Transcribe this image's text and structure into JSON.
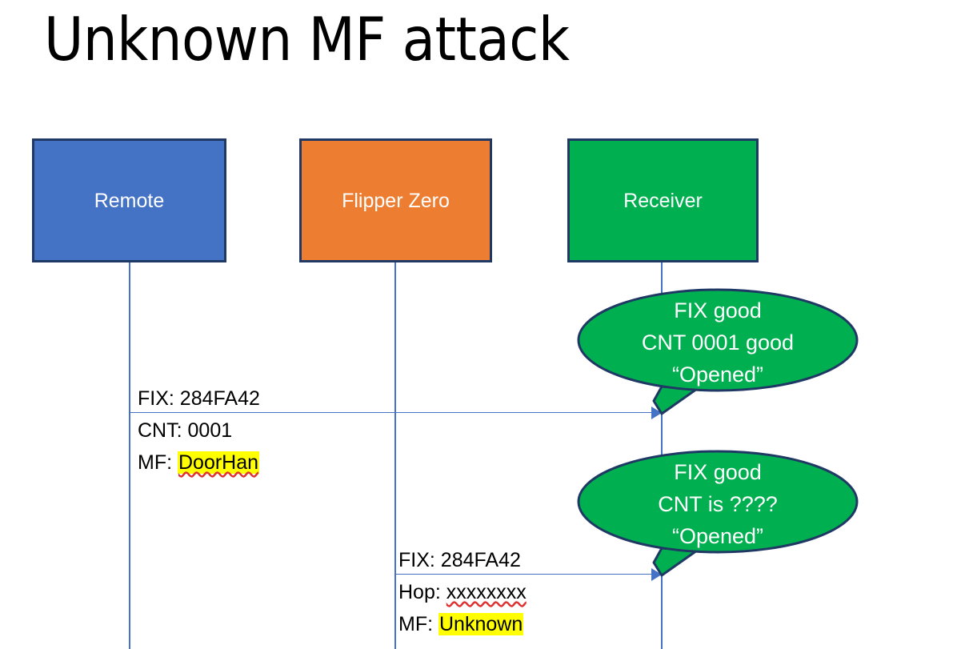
{
  "slide": {
    "title": "Unknown MF attack",
    "background_color": "#FFFFFF"
  },
  "colors": {
    "remote_box": "#4472C4",
    "flipper_box": "#ED7D31",
    "receiver_box": "#00AF50",
    "box_border": "#1F3864",
    "arrow": "#4472C4",
    "bubble_fill": "#00AF50",
    "bubble_border": "#1F3864",
    "highlight": "#FFFF00",
    "spellcheck_underline": "#E03030",
    "text_on_fill": "#FFFFFF",
    "text": "#000000"
  },
  "actors": [
    {
      "id": "remote",
      "label": "Remote"
    },
    {
      "id": "flipper",
      "label": "Flipper Zero"
    },
    {
      "id": "receiver",
      "label": "Receiver"
    }
  ],
  "messages": [
    {
      "id": "msg1",
      "from": "remote",
      "to": "receiver",
      "lines": [
        {
          "label": "FIX:",
          "value": "284FA42",
          "highlighted": false,
          "spellcheck": false
        },
        {
          "label": "CNT:",
          "value": "0001",
          "highlighted": false,
          "spellcheck": false
        },
        {
          "label": "MF:",
          "value": "DoorHan",
          "highlighted": true,
          "spellcheck": true
        }
      ]
    },
    {
      "id": "msg2",
      "from": "flipper",
      "to": "receiver",
      "lines": [
        {
          "label": "FIX:",
          "value": "284FA42",
          "highlighted": false,
          "spellcheck": false
        },
        {
          "label": "Hop:",
          "value": "xxxxxxxx",
          "highlighted": false,
          "spellcheck": true
        },
        {
          "label": "MF:",
          "value": "Unknown",
          "highlighted": true,
          "spellcheck": false
        }
      ]
    }
  ],
  "bubbles": [
    {
      "id": "bubble1",
      "for_message": "msg1",
      "lines": [
        "FIX good",
        "CNT 0001 good",
        "“Opened”"
      ]
    },
    {
      "id": "bubble2",
      "for_message": "msg2",
      "lines": [
        "FIX good",
        "CNT is ????",
        "“Opened”"
      ]
    }
  ]
}
